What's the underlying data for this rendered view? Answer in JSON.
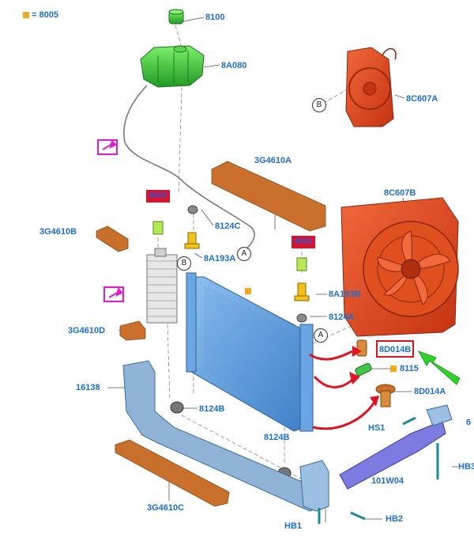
{
  "legend": {
    "symbol_text": "= 8005",
    "color": "#f2a91b"
  },
  "labels": {
    "p8100": "8100",
    "p8A080": "8A080",
    "p8C607A": "8C607A",
    "p3G4610A": "3G4610A",
    "p8C607B": "8C607B",
    "p3G4610B": "3G4610B",
    "p8124C": "8124C",
    "p8A193A": "8A193A",
    "p8A193B": "8A193B",
    "p8124A": "8124A",
    "p3G4610D": "3G4610D",
    "p8D014B": "8D014B",
    "p8115": "8115",
    "p8D014A": "8D014A",
    "p16138": "16138",
    "p8124B_left": "8124B",
    "p8124B_bottom": "8124B",
    "pHS1": "HS1",
    "p6": "6",
    "pHB3": "HB3",
    "p101W04": "101W04",
    "p3G4610C": "3G4610C",
    "pHB1": "HB1",
    "pHB2": "HB2"
  },
  "badges": {
    "left": "8052",
    "right": "8052"
  },
  "callouts": {
    "a_top": "A",
    "a_bottom": "A",
    "b_fan": "B",
    "b_cooler": "B"
  },
  "colors": {
    "label": "#1a6fd0",
    "radiator": "#5f9fe0",
    "fan": "#e2451e",
    "reservoir": "#36c23a",
    "foam": "#c9702c",
    "bracket": "#7aa8d4",
    "arrow_red": "#e0141e",
    "arrow_green": "#2fd42a",
    "highlight_magenta": "#e01bd0"
  },
  "icons": [
    "water-pump-icon",
    "water-pump-icon"
  ]
}
